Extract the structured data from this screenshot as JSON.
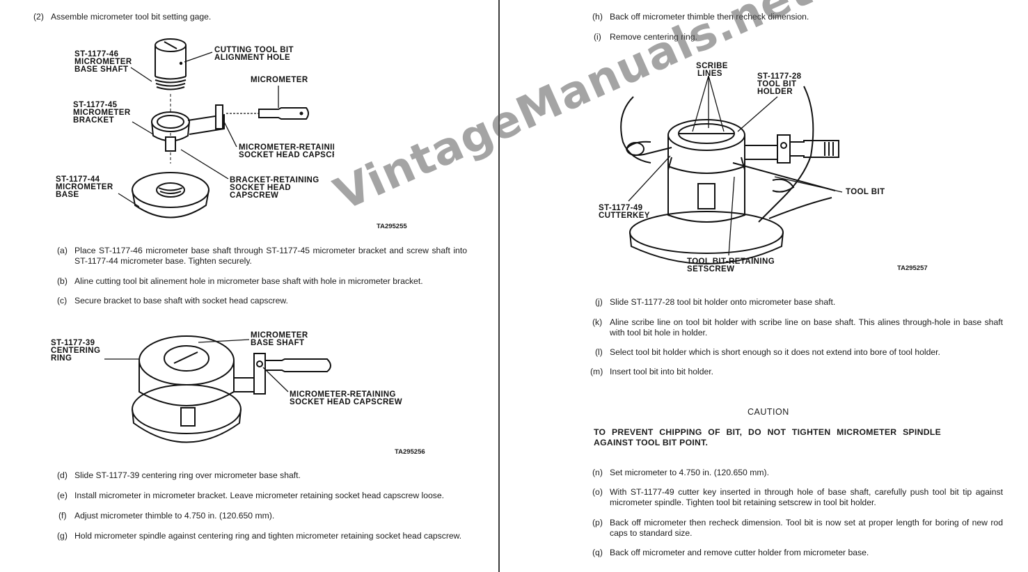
{
  "left": {
    "step": {
      "marker": "(2)",
      "text": "Assemble micrometer tool bit setting gage."
    },
    "fig1": {
      "labels": {
        "base_shaft": [
          "ST-1177-46",
          "MICROMETER",
          "BASE SHAFT"
        ],
        "align_hole": [
          "CUTTING TOOL BIT",
          "ALIGNMENT HOLE"
        ],
        "micrometer": "MICROMETER",
        "bracket": [
          "ST-1177-45",
          "MICROMETER",
          "BRACKET"
        ],
        "mr_capscrew": [
          "MICROMETER-RETAINING",
          "SOCKET HEAD CAPSCREW"
        ],
        "br_capscrew": [
          "BRACKET-RETAINING",
          "SOCKET HEAD",
          "CAPSCREW"
        ],
        "base": [
          "ST-1177-44",
          "MICROMETER",
          "BASE"
        ]
      },
      "code": "TA295255"
    },
    "items_a": [
      {
        "marker": "(a)",
        "text": "Place ST-1177-46 micrometer base shaft through ST-1177-45 micrometer bracket and screw shaft into ST-1177-44 micrometer base.  Tighten securely."
      },
      {
        "marker": "(b)",
        "text": "Aline cutting tool bit alinement hole in micrometer base shaft with hole in micrometer bracket."
      },
      {
        "marker": "(c)",
        "text": "Secure bracket to base shaft with socket head capscrew."
      }
    ],
    "fig2": {
      "labels": {
        "centering_ring": [
          "ST-1177-39",
          "CENTERING",
          "RING"
        ],
        "base_shaft": [
          "MICROMETER",
          "BASE SHAFT"
        ],
        "mr_capscrew": [
          "MICROMETER-RETAINING",
          "SOCKET HEAD CAPSCREW"
        ]
      },
      "code": "TA295256"
    },
    "items_d": [
      {
        "marker": "(d)",
        "text": "Slide ST-1177-39 centering ring over micrometer base shaft."
      },
      {
        "marker": "(e)",
        "text": "Install micrometer in micrometer bracket.  Leave micrometer retaining socket head capscrew loose."
      },
      {
        "marker": "(f)",
        "text": "Adjust micrometer thimble to 4.750 in.  (120.650 mm)."
      },
      {
        "marker": "(g)",
        "text": "Hold micrometer spindle against centering ring and tighten micrometer retaining socket head capscrew."
      }
    ]
  },
  "right": {
    "items_h": [
      {
        "marker": "(h)",
        "text": "Back off micrometer thimble then recheck dimension."
      },
      {
        "marker": "(i)",
        "text": "Remove centering ring."
      }
    ],
    "fig3": {
      "labels": {
        "scribe": [
          "SCRIBE",
          "LINES"
        ],
        "holder": [
          "ST-1177-28",
          "TOOL BIT",
          "HOLDER"
        ],
        "tool_bit": "TOOL BIT",
        "cutterkey": [
          "ST-1177-49",
          "CUTTERKEY"
        ],
        "setscrew": [
          "TOOL BIT-RETAINING",
          "SETSCREW"
        ]
      },
      "code": "TA295257"
    },
    "items_j": [
      {
        "marker": "(j)",
        "text": "Slide ST-1177-28 tool bit holder onto micrometer base shaft."
      },
      {
        "marker": "(k)",
        "text": "Aline scribe line on tool bit holder with scribe line on base shaft.  This alines through-hole in base shaft with tool bit hole in holder."
      },
      {
        "marker": "(l)",
        "text": "Select tool bit holder which is short enough so it does not extend into bore of tool holder."
      },
      {
        "marker": "(m)",
        "text": "Insert tool bit into bit holder."
      }
    ],
    "caution": {
      "title": "CAUTION",
      "text": "TO PREVENT CHIPPING OF BIT, DO NOT TIGHTEN MICROMETER SPINDLE AGAINST TOOL BIT POINT."
    },
    "items_n": [
      {
        "marker": "(n)",
        "text": "Set micrometer to 4.750 in.  (120.650 mm)."
      },
      {
        "marker": "(o)",
        "text": "With ST-1177-49 cutter key inserted in through hole of base shaft, carefully push tool bit tip against micrometer spindle.  Tighten tool bit retaining setscrew in tool bit holder."
      },
      {
        "marker": "(p)",
        "text": "Back off micrometer then recheck dimension.  Tool bit is now set at proper length for boring of new rod caps to standard size."
      },
      {
        "marker": "(q)",
        "text": "Back off micrometer and remove cutter holder from micrometer base."
      }
    ]
  },
  "watermark": "VintageManuals.net"
}
